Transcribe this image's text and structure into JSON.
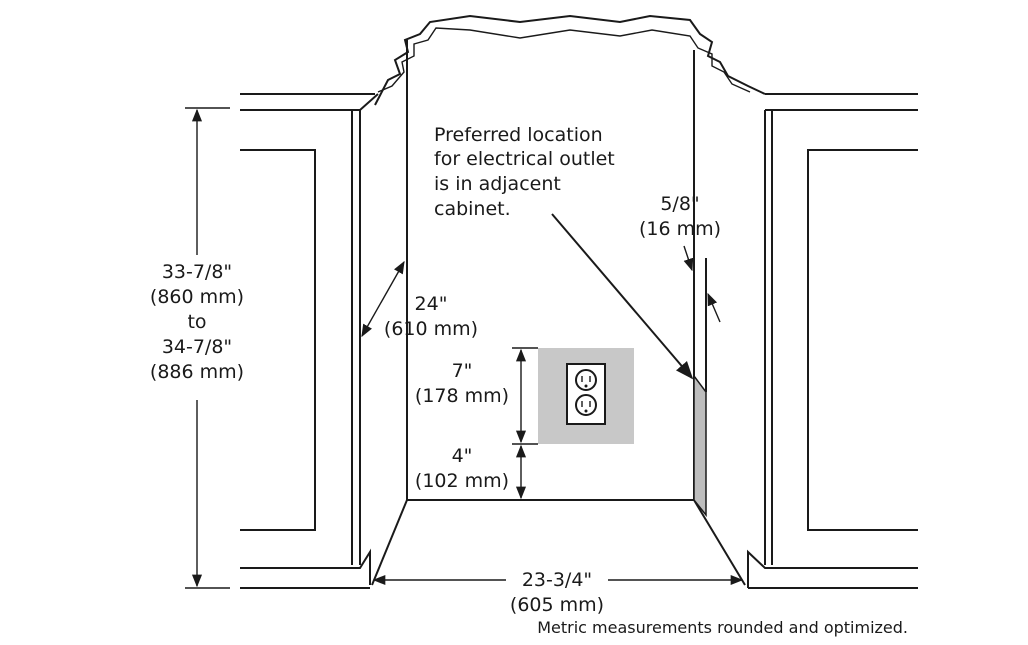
{
  "callout": {
    "line1": "Preferred location",
    "line2": "for electrical outlet",
    "line3": "is in adjacent",
    "line4": "cabinet."
  },
  "dimensions": {
    "height": {
      "line1": "33-7/8\"",
      "line2": "(860 mm)",
      "line3": "to",
      "line4": "34-7/8\"",
      "line5": "(886 mm)"
    },
    "depth": {
      "line1": "24\"",
      "line2": "(610 mm)"
    },
    "outlet_height": {
      "line1": "7\"",
      "line2": "(178 mm)"
    },
    "outlet_offset": {
      "line1": "4\"",
      "line2": "(102 mm)"
    },
    "side_gap": {
      "line1": "5/8\"",
      "line2": "(16 mm)"
    },
    "width": {
      "line1": "23-3/4\"",
      "line2": "(605 mm)"
    }
  },
  "footnote": "Metric measurements rounded and optimized.",
  "colors": {
    "outlet_box": "#c8c8c8",
    "ink": "#1a1a1a",
    "side_strip": "#bdbdbd"
  }
}
